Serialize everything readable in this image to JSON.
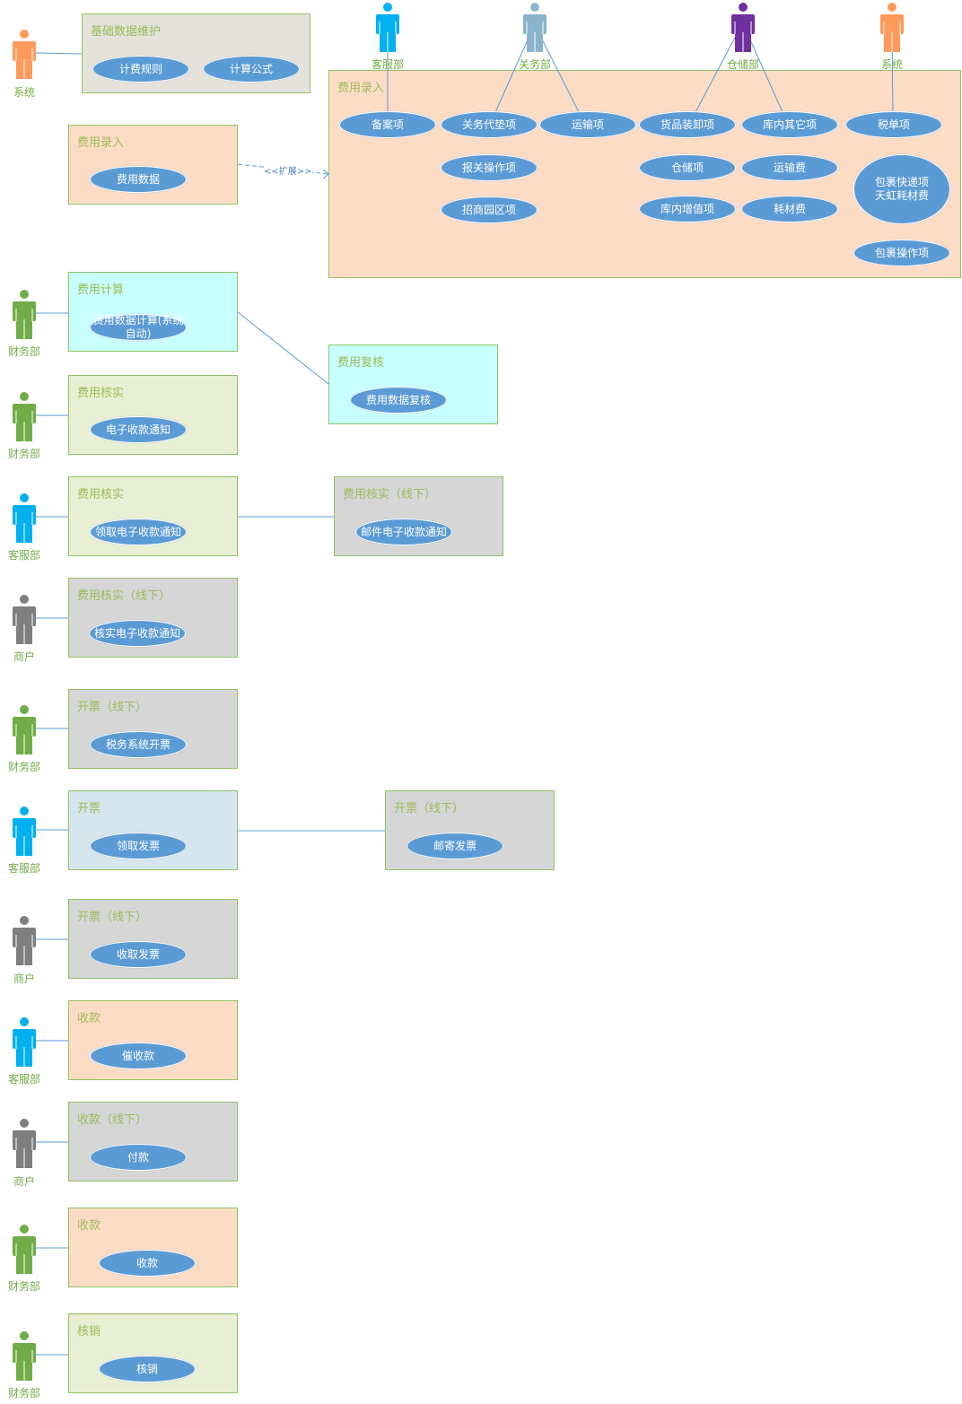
{
  "colors": {
    "usecase_fill": "#5b9bd5",
    "line": "#5b9bd5",
    "box_border": "#8fc462",
    "title_text": "#9bbb59",
    "actor_label": "#70ad47"
  },
  "actors": [
    {
      "label": "系统",
      "color": "#ff9a5a"
    },
    {
      "label": "客服部",
      "color": "#00b0f0"
    },
    {
      "label": "关务部",
      "color": "#8ab4cc"
    },
    {
      "label": "仓储部",
      "color": "#7030a0"
    },
    {
      "label": "系统",
      "color": "#ff9a5a"
    },
    {
      "label": "财务部",
      "color": "#70ad47"
    },
    {
      "label": "财务部",
      "color": "#70ad47"
    },
    {
      "label": "客服部",
      "color": "#00b0f0"
    },
    {
      "label": "商户",
      "color": "#7f7f7f"
    },
    {
      "label": "财务部",
      "color": "#70ad47"
    },
    {
      "label": "客服部",
      "color": "#00b0f0"
    },
    {
      "label": "商户",
      "color": "#7f7f7f"
    },
    {
      "label": "客服部",
      "color": "#00b0f0"
    },
    {
      "label": "商户",
      "color": "#7f7f7f"
    },
    {
      "label": "财务部",
      "color": "#70ad47"
    },
    {
      "label": "财务部",
      "color": "#70ad47"
    }
  ],
  "extend_label": "<<扩展>>",
  "boxes": [
    {
      "title": "基础数据维护",
      "fill": "#e4e2da",
      "usecases": [
        "计费规则",
        "计算公式"
      ]
    },
    {
      "title": "费用录入",
      "fill": "#fddcc6",
      "usecases": [
        "费用数据"
      ]
    },
    {
      "title": "费用录入",
      "fill": "#fddcc6",
      "usecases": [
        "备案项",
        "关务代垫项",
        "运输项",
        "货品装卸项",
        "库内其它项",
        "税单项",
        "报关操作项",
        "仓储项",
        "运输费",
        "招商园区项",
        "库内增值项",
        "耗材费",
        "包裹快递项\n天虹耗材费",
        "包裹操作项"
      ]
    },
    {
      "title": "费用计算",
      "fill": "#c8ffff",
      "usecases": [
        "费用数据计算(系统自动)"
      ]
    },
    {
      "title": "费用复核",
      "fill": "#c8ffff",
      "usecases": [
        "费用数据复核"
      ]
    },
    {
      "title": "费用核实",
      "fill": "#e8efd4",
      "usecases": [
        "电子收款通知"
      ]
    },
    {
      "title": "费用核实",
      "fill": "#e8efd4",
      "usecases": [
        "领取电子收款通知"
      ]
    },
    {
      "title": "费用核实（线下）",
      "fill": "#d6d6d6",
      "usecases": [
        "邮件电子收款通知"
      ]
    },
    {
      "title": "费用核实（线下）",
      "fill": "#d6d6d6",
      "usecases": [
        "核实电子收款通知"
      ]
    },
    {
      "title": "开票（线下）",
      "fill": "#d6d6d6",
      "usecases": [
        "税务系统开票"
      ]
    },
    {
      "title": "开票",
      "fill": "#d5e6ee",
      "usecases": [
        "领取发票"
      ]
    },
    {
      "title": "开票（线下）",
      "fill": "#d6d6d6",
      "usecases": [
        "邮寄发票"
      ]
    },
    {
      "title": "开票（线下）",
      "fill": "#d6d6d6",
      "usecases": [
        "收取发票"
      ]
    },
    {
      "title": "收款",
      "fill": "#fddcc6",
      "usecases": [
        "催收款"
      ]
    },
    {
      "title": "收款（线下）",
      "fill": "#d6d6d6",
      "usecases": [
        "付款"
      ]
    },
    {
      "title": "收款",
      "fill": "#fddcc6",
      "usecases": [
        "收款"
      ]
    },
    {
      "title": "核销",
      "fill": "#e8efd4",
      "usecases": [
        "核销"
      ]
    }
  ]
}
